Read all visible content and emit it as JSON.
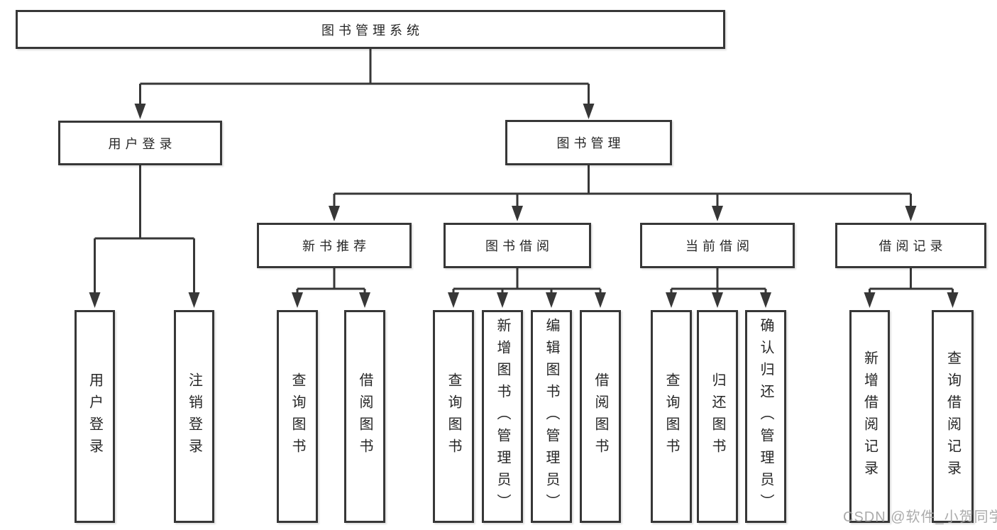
{
  "diagram": {
    "root": {
      "label": "图书管理系统"
    },
    "level2": [
      {
        "label": "用户登录"
      },
      {
        "label": "图书管理"
      }
    ],
    "level3": [
      {
        "label": "新书推荐"
      },
      {
        "label": "图书借阅"
      },
      {
        "label": "当前借阅"
      },
      {
        "label": "借阅记录"
      }
    ],
    "leaves": {
      "user_login_group": [
        {
          "label": "用户登录"
        },
        {
          "label": "注销登录"
        }
      ],
      "new_book_group": [
        {
          "label": "查询图书"
        },
        {
          "label": "借阅图书"
        }
      ],
      "book_borrow_group": [
        {
          "label": "查询图书"
        },
        {
          "label": "新增图书（管理员）"
        },
        {
          "label": "编辑图书（管理员）"
        },
        {
          "label": "借阅图书"
        }
      ],
      "current_borrow_group": [
        {
          "label": "查询图书"
        },
        {
          "label": "归还图书"
        },
        {
          "label": "确认归还（管理员）"
        }
      ],
      "record_group": [
        {
          "label": "新增借阅记录"
        },
        {
          "label": "查询借阅记录"
        }
      ]
    }
  },
  "watermark": {
    "text": "CSDN @软件_小贺同学"
  },
  "colors": {
    "line": "#373737",
    "box_border": "#373737",
    "text": "#262626",
    "watermark": "#a3a3a3",
    "background": "#ffffff"
  }
}
